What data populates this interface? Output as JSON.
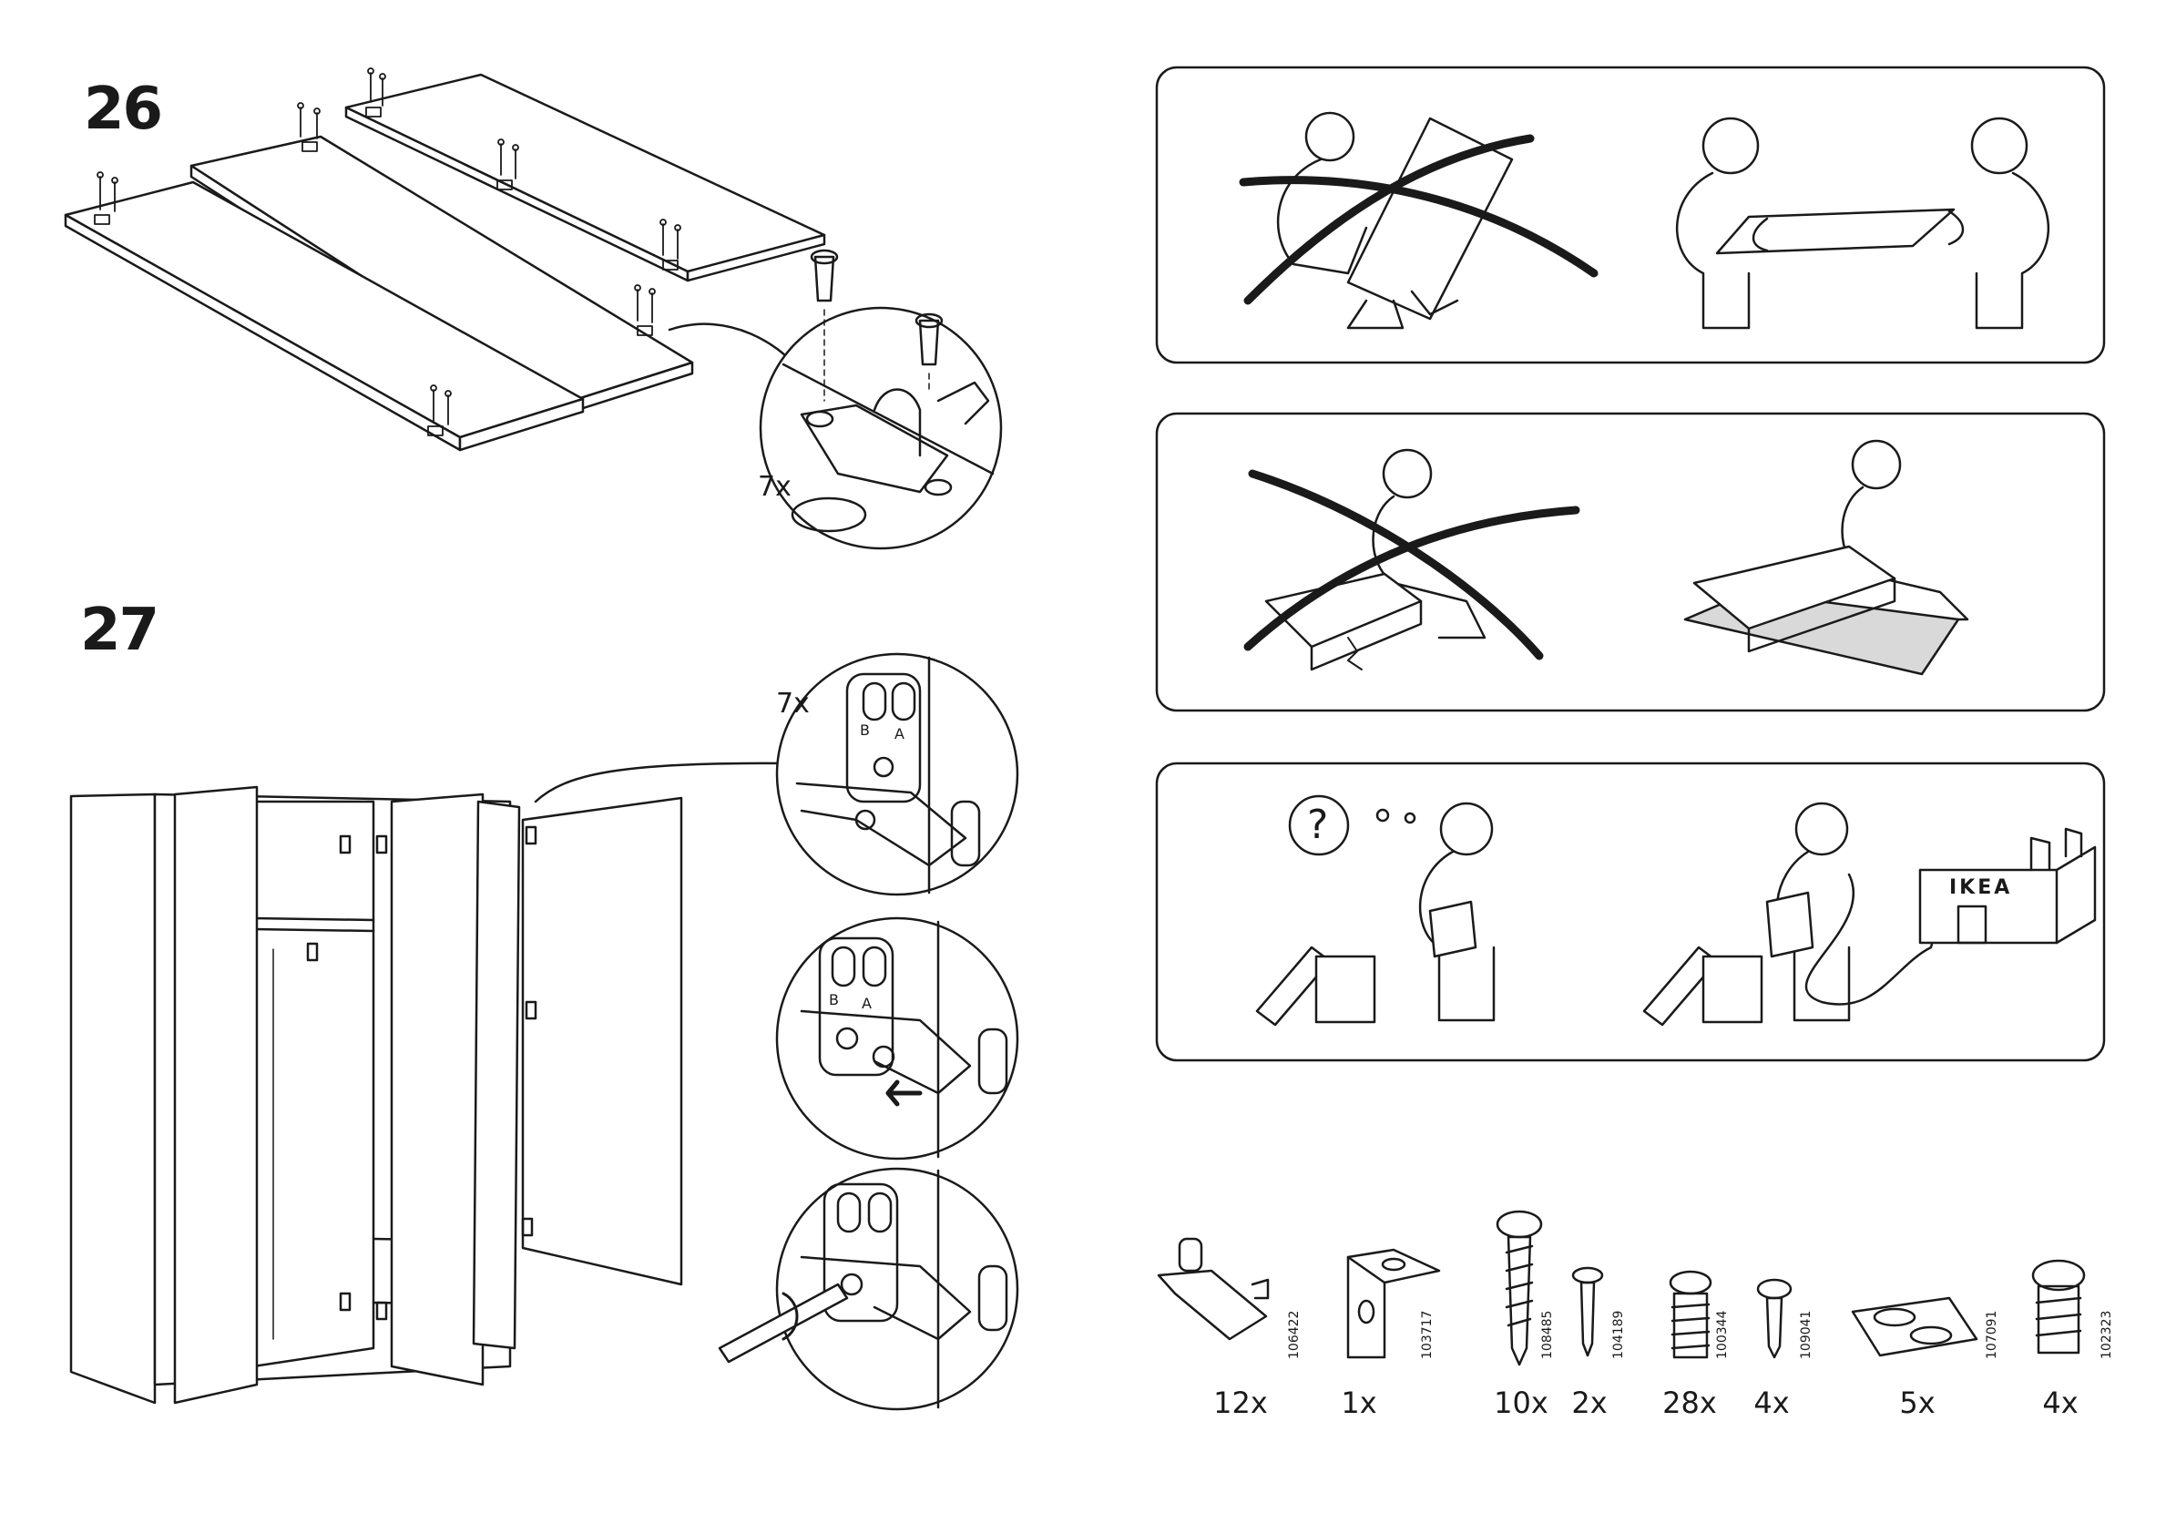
{
  "steps": {
    "step26": {
      "number": "26",
      "hinge_qty": "7x"
    },
    "step27": {
      "number": "27",
      "hinge_qty": "7x"
    }
  },
  "hinge_plate_labels": {
    "b": "B",
    "a": "A"
  },
  "help_panel": {
    "question_mark": "?",
    "store_sign": "IKEA"
  },
  "hardware": [
    {
      "part": "106422",
      "count": "12x",
      "icon": "shelf-support-icon"
    },
    {
      "part": "103717",
      "count": "1x",
      "icon": "angle-bracket-icon"
    },
    {
      "part": "108485",
      "count": "10x",
      "icon": "long-screw-icon"
    },
    {
      "part": "104189",
      "count": "2x",
      "icon": "small-screw-icon"
    },
    {
      "part": "100344",
      "count": "28x",
      "icon": "hinge-screw-icon"
    },
    {
      "part": "109041",
      "count": "4x",
      "icon": "short-screw-icon"
    },
    {
      "part": "107091",
      "count": "5x",
      "icon": "adhesive-pad-icon"
    },
    {
      "part": "102323",
      "count": "4x",
      "icon": "connector-screw-icon"
    }
  ],
  "colors": {
    "ink": "#1a1a1a",
    "paper": "#ffffff",
    "floor_mat": "#d9d9d9"
  }
}
